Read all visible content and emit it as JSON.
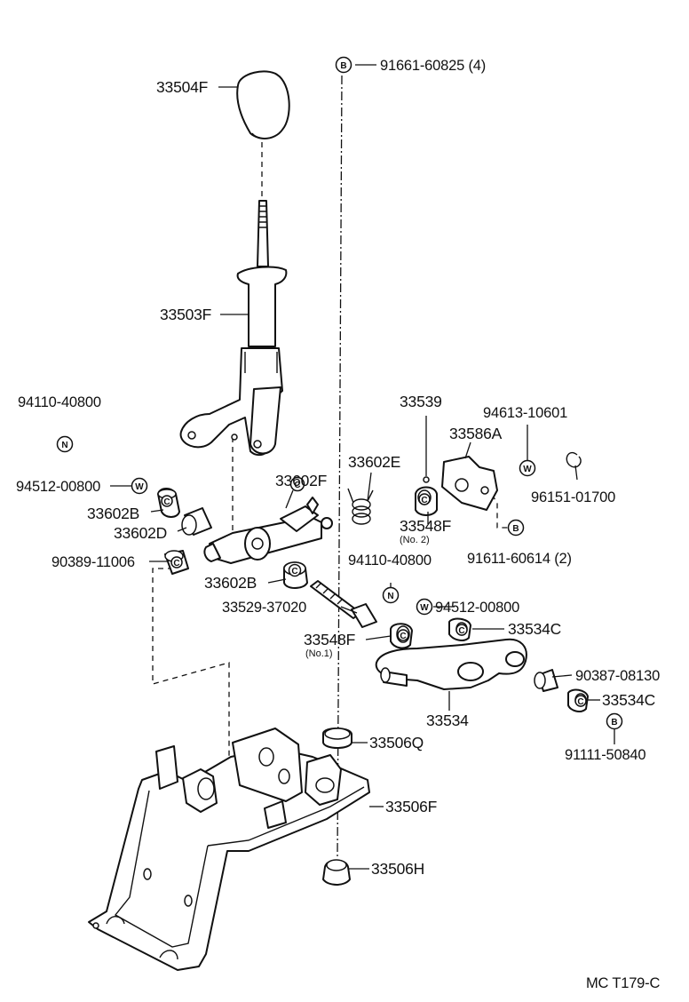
{
  "figure_code": "MC T179-C",
  "symbols": {
    "bolt": "B",
    "nut": "N",
    "washer": "W",
    "clip": "C"
  },
  "labels": {
    "p33504F": "33504F",
    "p33503F": "33503F",
    "p91661": "91661-60825 (4)",
    "p94110a": "94110-40800",
    "p94512a": "94512-00800",
    "p33602B_top": "33602B",
    "p33602D": "33602D",
    "p90389": "90389-11006",
    "p33602B_bottom": "33602B",
    "p33529": "33529-37020",
    "p33602F": "33602F",
    "p33602E": "33602E",
    "p33539": "33539",
    "p33586A": "33586A",
    "p94613": "94613-10601",
    "p96151": "96151-01700",
    "p33548F_no2": "33548F",
    "p33548F_no2_sub": "(No. 2)",
    "p91611": "91611-60614 (2)",
    "p94110b": "94110-40800",
    "p94512b": "94512-00800",
    "p33534C_top": "33534C",
    "p33548F_no1": "33548F",
    "p33548F_no1_sub": "(No.1)",
    "p90387": "90387-08130",
    "p33534C_bottom": "33534C",
    "p33534": "33534",
    "p91111": "91111-50840",
    "p33506Q": "33506Q",
    "p33506F": "33506F",
    "p33506H": "33506H"
  }
}
